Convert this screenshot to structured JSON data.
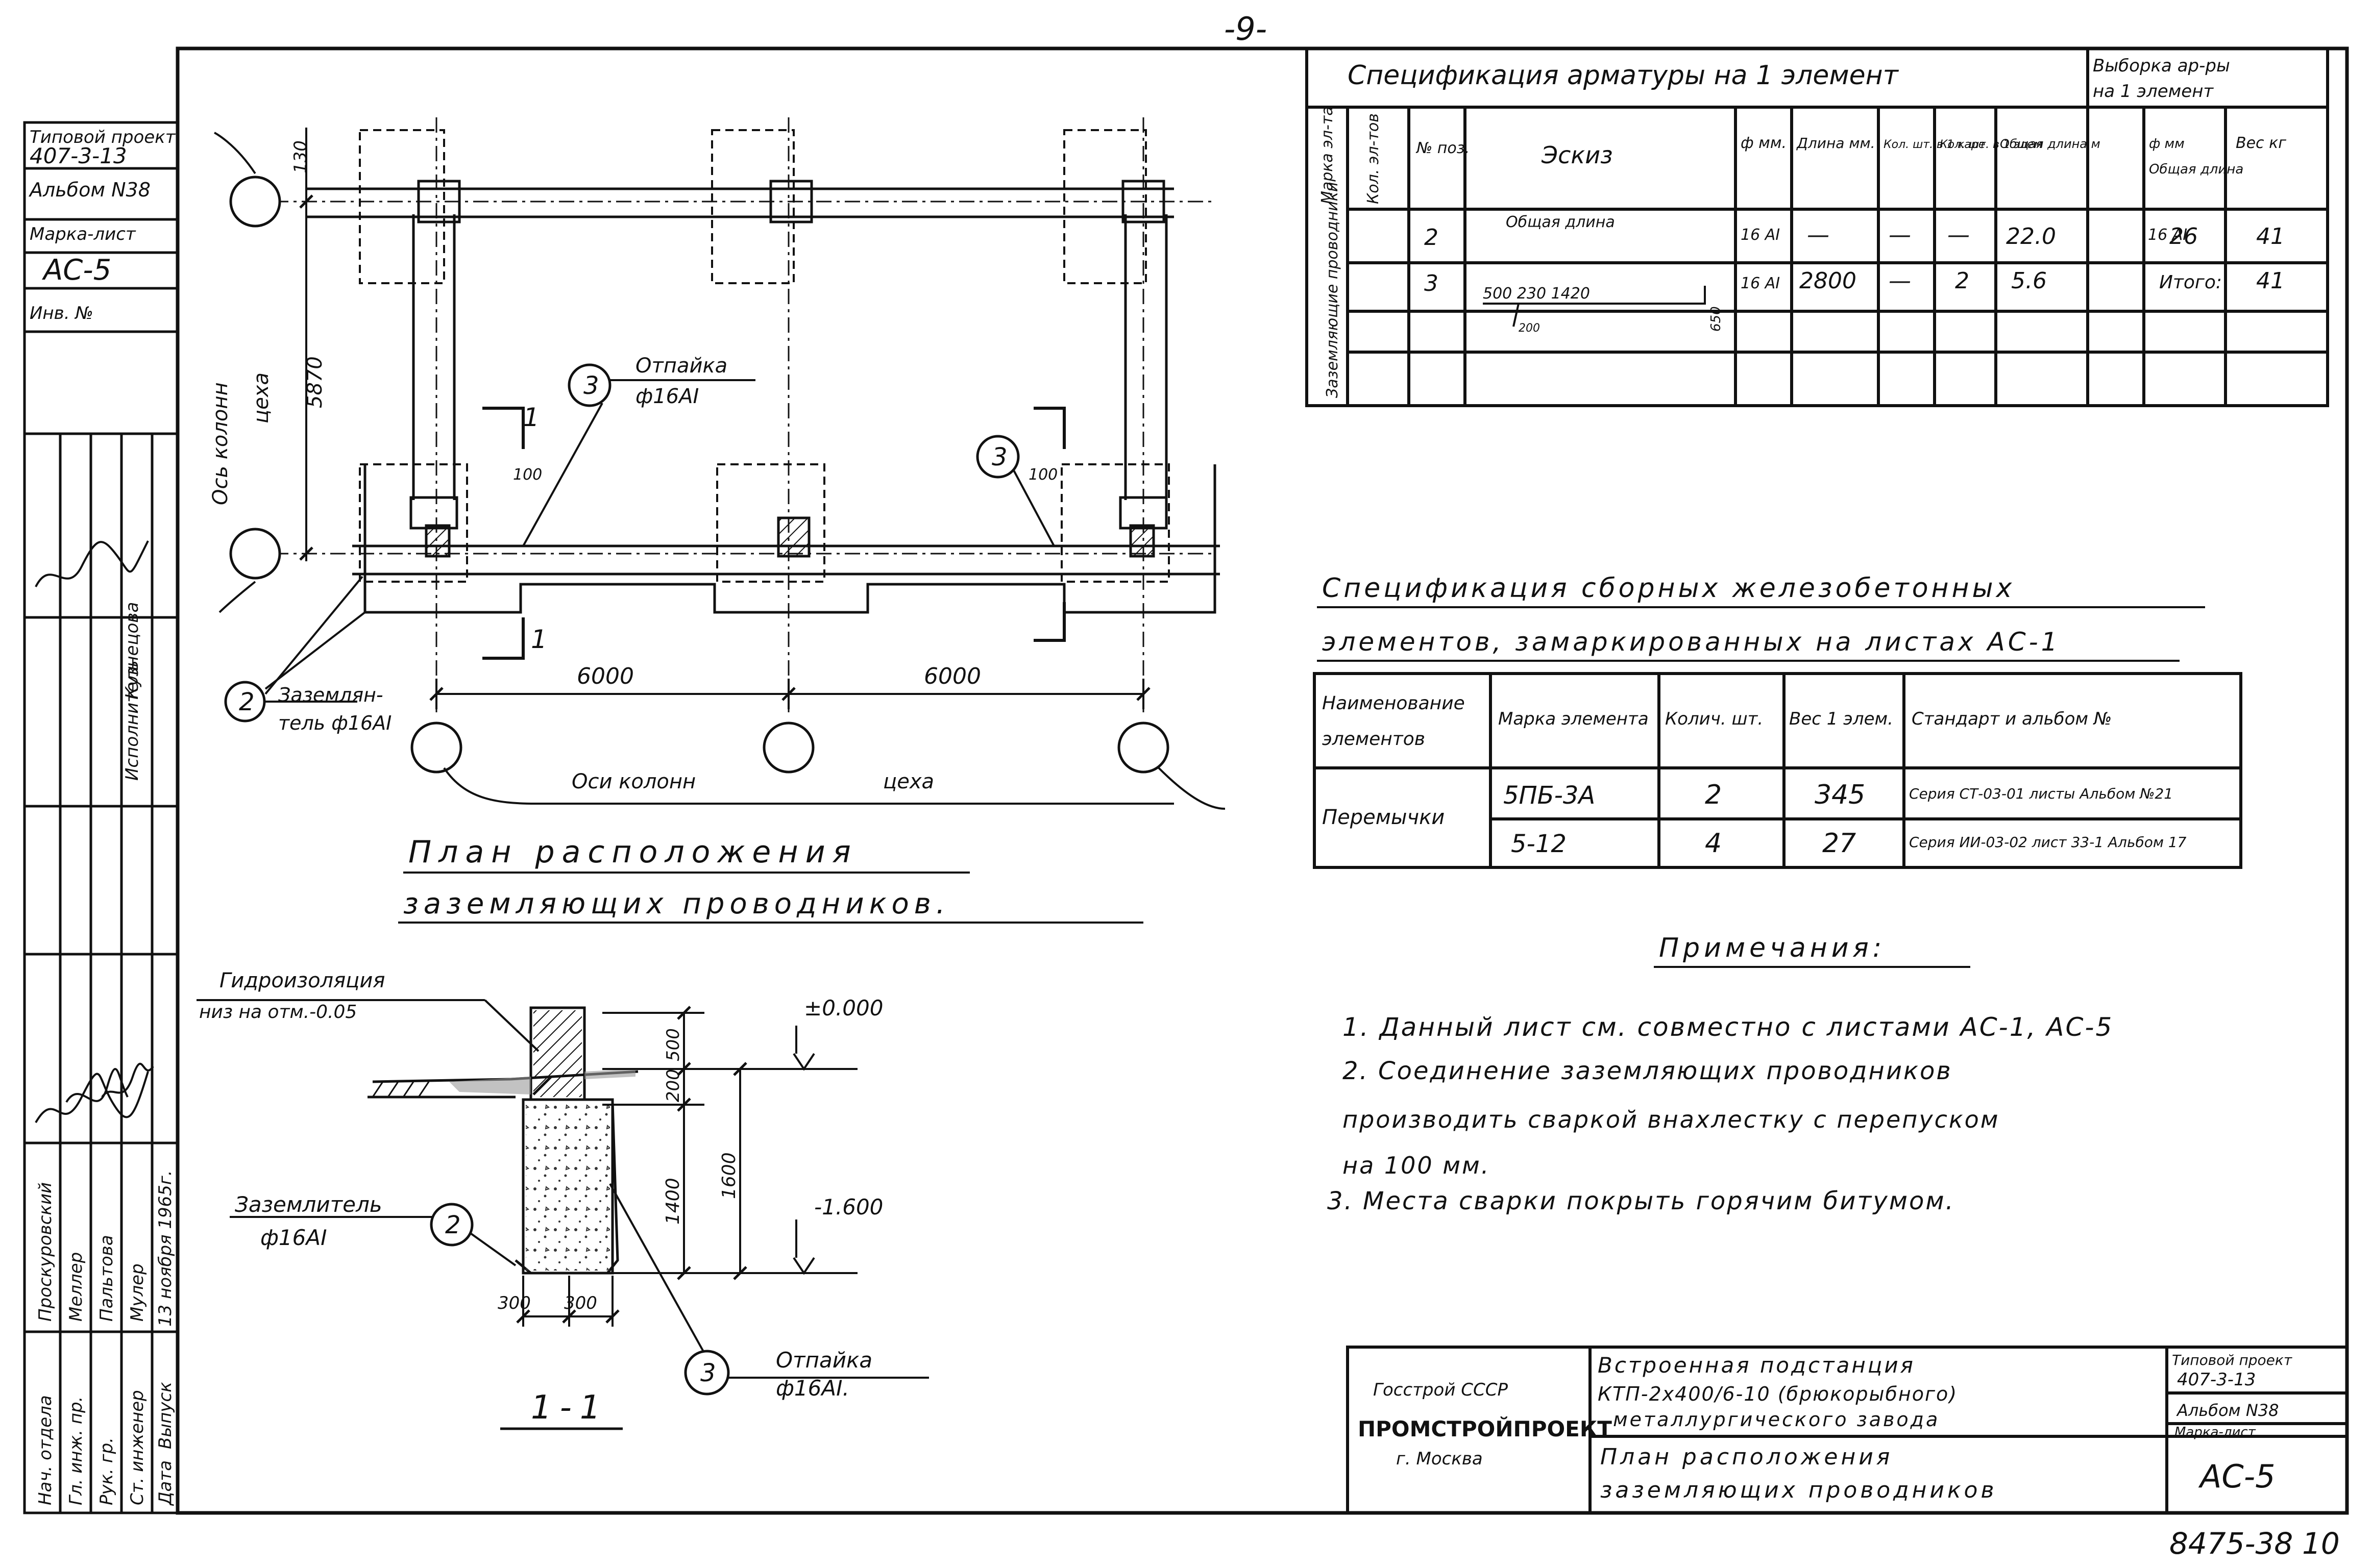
{
  "page_number": "-9-",
  "stamp_number": "8475-38",
  "stamp_page": "10",
  "left_stamp": {
    "typical_project_label": "Типовой проект",
    "project_number": "407-3-13",
    "album": "Альбом N38",
    "mark_sheet_label": "Марка-лист",
    "mark_sheet": "АС-5",
    "inv_label": "Инв. №",
    "executor_label": "Исполнитель",
    "names": [
      "Проскуровский",
      "Меллер",
      "Пальтова",
      "Мулер"
    ],
    "roles": [
      "Нач. отдела",
      "Гл. инж. пр.",
      "Рук. гр.",
      "Ст. инженер"
    ],
    "date_label": "Дата",
    "release": "Выпуск",
    "date": "13 ноября 1965г.",
    "kuznecova": "Кузнецова"
  },
  "rebar_spec": {
    "title": "Спецификация арматуры на 1 элемент",
    "sample_title_line1": "Выборка ар-ры",
    "sample_title_line2": "на 1 элемент",
    "headers": {
      "mark": "Марка эл-та",
      "count": "Кол. эл-тов",
      "pos": "№ поз.",
      "sketch": "Эскиз",
      "phi": "ф мм.",
      "length": "Длина мм.",
      "qty_piece": "Кол. шт. в 1 каре",
      "qty_elem": "Кол. шт. в 1 элем",
      "total_length": "Общая длина м",
      "s_phi": "ф мм",
      "s_total": "Общая длина",
      "s_weight": "Вес кг"
    },
    "group_label": "Заземляющие проводники",
    "rows": [
      {
        "pos": "2",
        "sketch": "Общая длина",
        "phi": "16 АI",
        "length": "—",
        "qty_piece": "—",
        "qty_elem": "—",
        "total": "22.0"
      },
      {
        "pos": "3",
        "sketch": "500 230 1420",
        "phi": "16 АI",
        "length": "2800",
        "qty_piece": "—",
        "qty_elem": "2",
        "total": "5.6"
      }
    ],
    "sketch_dim_a": "200",
    "sketch_dim_b": "650",
    "sample_phi": "16 АI",
    "sample_length": "26",
    "sample_weight": "41",
    "total_label": "Итого:",
    "total_weight": "41"
  },
  "plan": {
    "otpaika_label": "Отпайка",
    "otpaika_spec": "ф16АI",
    "zazem_label_1": "Заземлян-",
    "zazem_label_2": "тель ф16АI",
    "axis_label_1": "Ось колонн",
    "axis_label_2": "цеха",
    "axes_label": "Оси колонн",
    "axes_label_2": "цеха",
    "dim_130": "130",
    "dim_5870": "5870",
    "dim_6000a": "6000",
    "dim_6000b": "6000",
    "dim_100a": "100",
    "dim_100b": "100",
    "callout_2": "2",
    "callout_3": "3",
    "section_mark": "1",
    "title_line1": "План расположения",
    "title_line2": "заземляющих проводников."
  },
  "section": {
    "hydro_label": "Гидроизоляция",
    "hydro_level": "низ на отм.-0.05",
    "level_0": "±0.000",
    "level_1600": "-1.600",
    "dim_500": "500",
    "dim_200": "200",
    "dim_1400": "1400",
    "dim_1600": "1600",
    "dim_300a": "300",
    "dim_300b": "300",
    "zazem_label": "Заземлитель",
    "zazem_spec": "ф16АI",
    "otpaika_label": "Отпайка",
    "otpaika_spec": "ф16АI.",
    "callout_2": "2",
    "callout_3": "3",
    "title": "1-1"
  },
  "precast_spec": {
    "title_line1": "Спецификация сборных железобетонных",
    "title_line2": "элементов, замаркированных на листах АС-1",
    "headers": [
      "Наименование элементов",
      "Марка элемента",
      "Колич. шт.",
      "Вес 1 элем.",
      "Стандарт и альбом №"
    ],
    "item_name": "Перемычки",
    "rows": [
      {
        "mark": "5ПБ-3А",
        "qty": "2",
        "weight": "345",
        "standard": "Серия СТ-03-01 листы Альбом №21"
      },
      {
        "mark": "5-12",
        "qty": "4",
        "weight": "27",
        "standard": "Серия ИИ-03-02 лист 33-1 Альбом 17"
      }
    ]
  },
  "notes": {
    "title": "Примечания:",
    "lines": [
      "1. Данный лист см. совместно с листами АС-1, АС-5",
      "2. Соединение заземляющих проводников",
      "производить сваркой внахлестку с перепуском",
      "на 100 мм.",
      "3. Места сварки покрыть горячим битумом."
    ]
  },
  "title_block": {
    "org_line1": "Госстрой СССР",
    "org_line2": "ПРОМСТРОЙПРОЕКТ",
    "org_line3": "г. Москва",
    "name_line1": "Встроенная подстанция",
    "name_line2": "КТП-2х400/6-10 (брюкорыбного)",
    "name_line3": "металлургического завода",
    "sheet_line1": "План расположения",
    "sheet_line2": "заземляющих проводников",
    "typical_label": "Типовой проект",
    "project_number": "407-3-13",
    "album": "Альбом N38",
    "mark_label": "Марка-лист",
    "mark": "АС-5"
  }
}
